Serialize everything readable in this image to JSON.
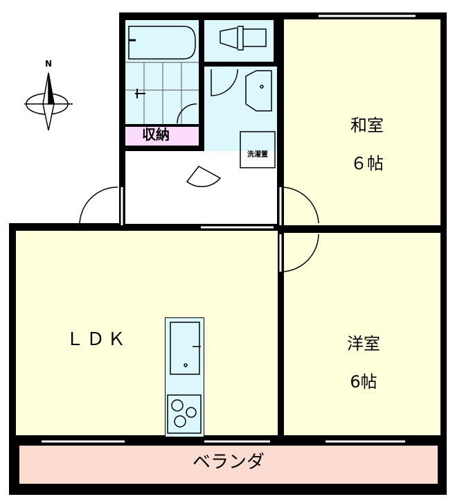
{
  "compass": {
    "north_label": "N"
  },
  "rooms": {
    "washitsu": {
      "name": "和室",
      "size": "６帖"
    },
    "yoshitsu": {
      "name": "洋室",
      "size": "6帖"
    },
    "ldk": {
      "name": "ＬＤＫ"
    },
    "storage": {
      "name": "収納"
    },
    "laundry": {
      "name": "洗濯置"
    },
    "veranda": {
      "name": "ベランダ"
    }
  },
  "colors": {
    "living": "#ffffdc",
    "wet": "#dcf8fc",
    "storage": "#fcdcfc",
    "veranda": "#fcdcd0"
  }
}
